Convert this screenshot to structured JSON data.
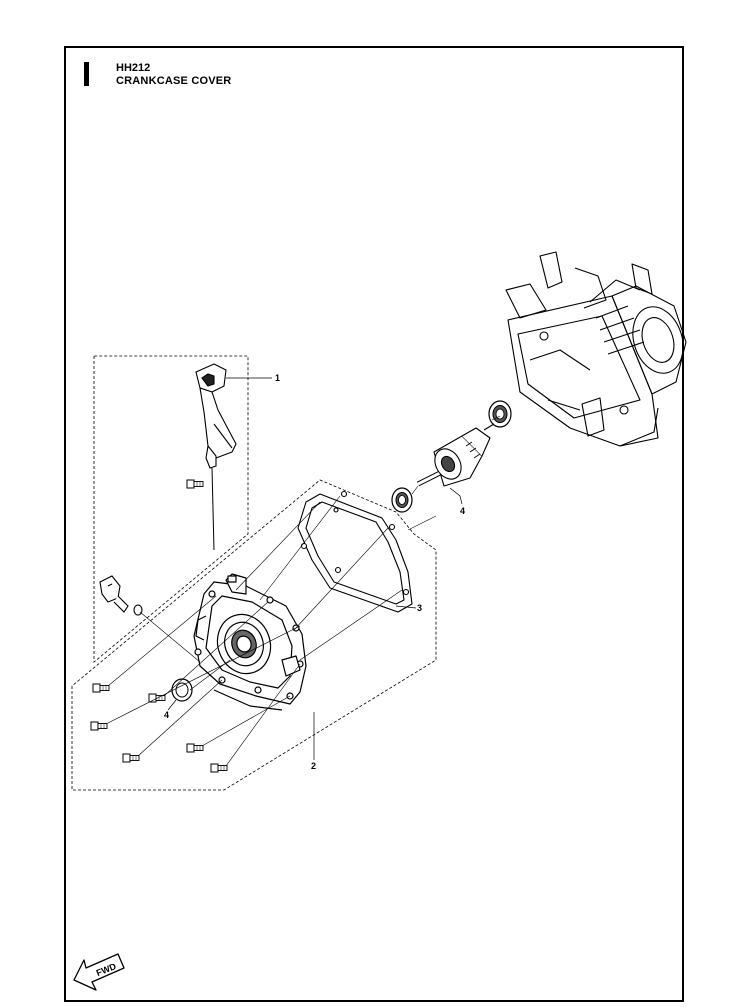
{
  "header": {
    "model": "HH212",
    "title": "CRANKCASE COVER"
  },
  "callouts": {
    "dipstick": "1",
    "cover": "2",
    "gasket": "3",
    "bearing_upper": "4",
    "bearing_lower": "4"
  },
  "fwd_label": "FWD"
}
